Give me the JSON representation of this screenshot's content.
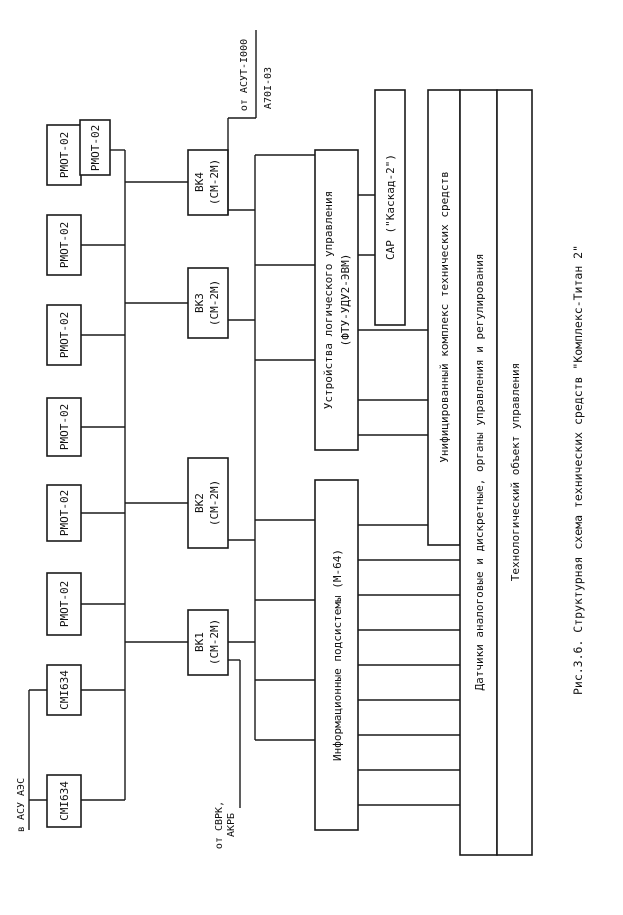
{
  "diagram": {
    "workstations": {
      "cm1": "СМI634",
      "cm2": "СМI634",
      "rmot": [
        "РМОТ-02",
        "РМОТ-02",
        "РМОТ-02",
        "РМОТ-02",
        "РМОТ-02",
        "РМОТ-02",
        "РМОТ-02"
      ]
    },
    "computers": [
      {
        "name": "ВК1",
        "type": "(СМ-2М)"
      },
      {
        "name": "ВК2",
        "type": "(СМ-2М)"
      },
      {
        "name": "ВК3",
        "type": "(СМ-2М)"
      },
      {
        "name": "ВК4",
        "type": "(СМ-2М)"
      }
    ],
    "external": {
      "to_asu_aes": "в АСУ АЭС",
      "from_ssrk_line1": "от СВРК,",
      "from_ssrk_line2": "АКРБ",
      "from_asut": "от АСУТ-I000",
      "a701": "А70I-03"
    },
    "subsystems": {
      "info": "Информационные подсистемы (М-64)",
      "logic_line1": "Устройства логического управления",
      "logic_line2": "(ФТУ-УДУ2-ЭВМ)",
      "sar": "САР (\"Каскад-2\")",
      "unified": "Унифицированный комплекс технических средств"
    },
    "bottom": {
      "sensors": "Датчики аналоговые и дискретные, органы управления и регулирования",
      "object": "Технологический объект управления"
    },
    "caption": "Рис.3.6. Структурная схема технических средств \"Комплекс-Титан 2\""
  }
}
